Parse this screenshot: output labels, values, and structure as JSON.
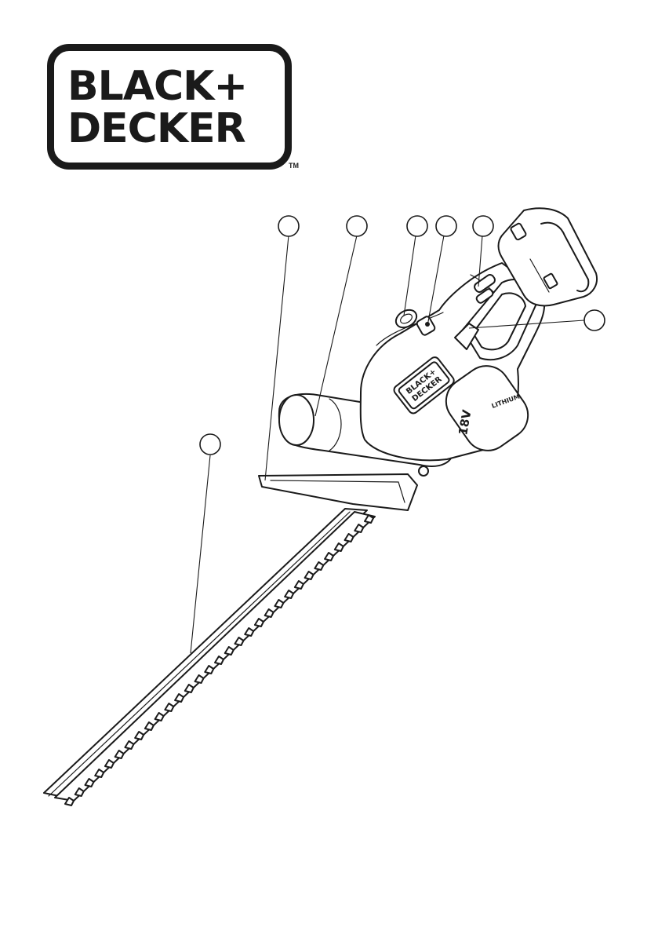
{
  "logo": {
    "line1": "BLACK+",
    "line2": "DECKER",
    "trademark": "TM"
  },
  "product": {
    "badge_line1": "BLACK+",
    "badge_line2": "DECKER",
    "battery_voltage": "18V",
    "battery_type": "LITHIUM"
  },
  "callouts": [
    "",
    "",
    "",
    "",
    "",
    "",
    ""
  ]
}
